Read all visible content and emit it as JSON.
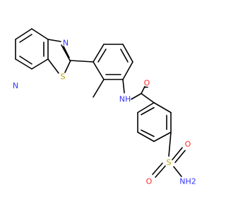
{
  "molecule": {
    "atoms": {
      "thiazole_n": {
        "text": "N",
        "color": "#3333ff"
      },
      "thiazole_s": {
        "text": "S",
        "color": "#b8a300"
      },
      "pyridine_n": {
        "text": "N",
        "color": "#3333ff"
      },
      "amide_nh": {
        "text": "NH",
        "color": "#3333ff"
      },
      "carbonyl_o": {
        "text": "O",
        "color": "#ff2a2a"
      },
      "sulfonyl_s": {
        "text": "S",
        "color": "#b8a300"
      },
      "sulfonyl_o1": {
        "text": "O",
        "color": "#ff2a2a"
      },
      "sulfonyl_o2": {
        "text": "O",
        "color": "#ff2a2a"
      },
      "sulfonamide_nh2": {
        "text": "NH2",
        "color": "#3333ff"
      }
    }
  }
}
